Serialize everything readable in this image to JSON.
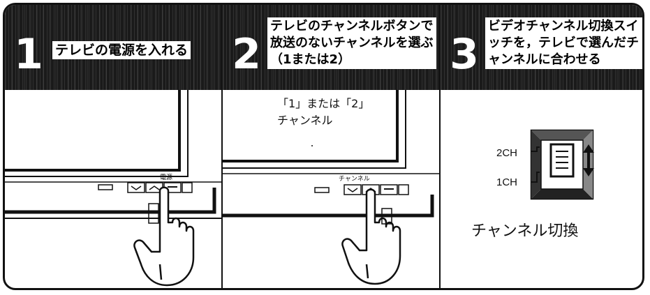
{
  "steps": [
    {
      "number": "1",
      "instruction": "テレビの電源を入れる",
      "button_label": "電源"
    },
    {
      "number": "2",
      "instruction": "テレビのチャンネルボタンで放送のないチャンネルを選ぶ（1または2）",
      "note_line1": "「1」または「2」",
      "note_line2": "チャンネル",
      "button_label": "チャンネル"
    },
    {
      "number": "3",
      "instruction": "ビデオチャンネル切換スイッチを，テレビで選んだチャンネルに合わせる",
      "switch_upper": "2CH",
      "switch_lower": "1CH",
      "switch_name": "チャンネル切換"
    }
  ]
}
